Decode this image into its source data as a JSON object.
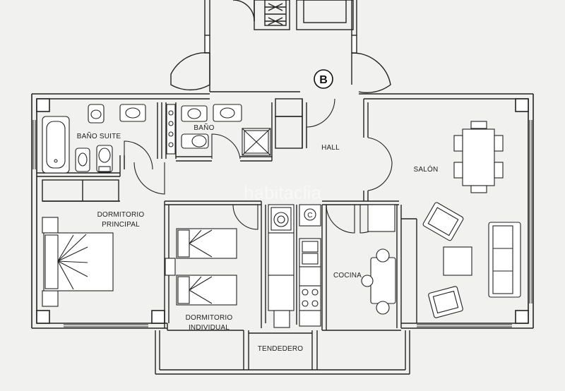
{
  "plan": {
    "block_letter": "B",
    "watermark": "habitaclia",
    "rooms": {
      "bano_suite": "BAÑO SUITE",
      "bano": "BAÑO",
      "hall": "HALL",
      "salon": "SALÓN",
      "dormitorio_principal_l1": "DORMITORIO",
      "dormitorio_principal_l2": "PRINCIPAL",
      "dormitorio_individual_l1": "DORMITORIO",
      "dormitorio_individual_l2": "INDIVIDUAL",
      "cocina": "COCINA",
      "tendedero": "TENDEDERO"
    },
    "fixture_labels": {
      "boiler": "C"
    }
  }
}
